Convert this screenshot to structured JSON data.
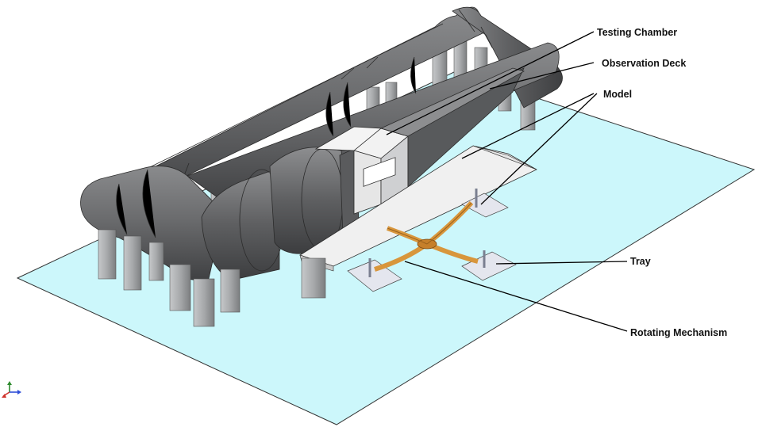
{
  "labels": {
    "testing_chamber": "Testing Chamber",
    "observation_deck": "Observation Deck",
    "model": "Model",
    "tray": "Tray",
    "rotating_mechanism": "Rotating Mechanism"
  },
  "colors": {
    "ground_plane": "#ccf7fb",
    "tunnel_dark": "#4f5052",
    "tunnel_mid": "#6a6b6d",
    "tunnel_light": "#8c8d8f",
    "pillar_light": "#b9bbbd",
    "pillar_dark": "#7d7f81",
    "chamber_white": "#f2f2f2",
    "tray_plate": "#e4e6ee",
    "mechanism_orange": "#e0a24a",
    "mechanism_dark": "#b87826"
  },
  "icons": {
    "triad": "coordinate-triad-icon"
  }
}
